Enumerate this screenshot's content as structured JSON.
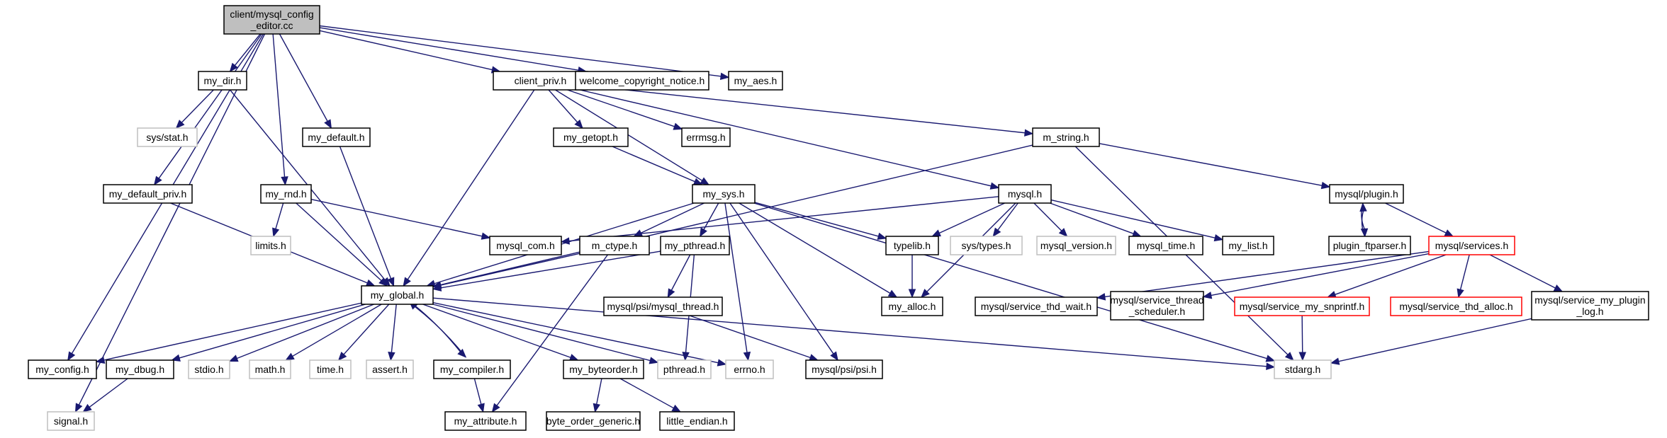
{
  "diagram": {
    "type": "include-dependency-graph",
    "root": "client/mysql_config_editor.cc",
    "nodes": [
      {
        "id": "root",
        "lines": [
          "client/mysql_config",
          "_editor.cc"
        ],
        "style": "root"
      },
      {
        "id": "my_dir",
        "lines": [
          "my_dir.h"
        ],
        "style": "normal"
      },
      {
        "id": "client_priv",
        "lines": [
          "client_priv.h"
        ],
        "style": "normal"
      },
      {
        "id": "welcome",
        "lines": [
          "welcome_copyright_notice.h"
        ],
        "style": "normal"
      },
      {
        "id": "my_aes",
        "lines": [
          "my_aes.h"
        ],
        "style": "normal"
      },
      {
        "id": "sys_stat",
        "lines": [
          "sys/stat.h"
        ],
        "style": "external"
      },
      {
        "id": "my_getopt",
        "lines": [
          "my_getopt.h"
        ],
        "style": "normal"
      },
      {
        "id": "errmsg",
        "lines": [
          "errmsg.h"
        ],
        "style": "normal"
      },
      {
        "id": "m_string",
        "lines": [
          "m_string.h"
        ],
        "style": "normal"
      },
      {
        "id": "my_default",
        "lines": [
          "my_default.h"
        ],
        "style": "normal"
      },
      {
        "id": "my_default_priv",
        "lines": [
          "my_default_priv.h"
        ],
        "style": "normal"
      },
      {
        "id": "my_rnd",
        "lines": [
          "my_rnd.h"
        ],
        "style": "normal"
      },
      {
        "id": "my_sys",
        "lines": [
          "my_sys.h"
        ],
        "style": "normal"
      },
      {
        "id": "mysql_h",
        "lines": [
          "mysql.h"
        ],
        "style": "normal"
      },
      {
        "id": "mysql_plugin",
        "lines": [
          "mysql/plugin.h"
        ],
        "style": "normal"
      },
      {
        "id": "limits",
        "lines": [
          "limits.h"
        ],
        "style": "external"
      },
      {
        "id": "mysql_com",
        "lines": [
          "mysql_com.h"
        ],
        "style": "normal"
      },
      {
        "id": "m_ctype",
        "lines": [
          "m_ctype.h"
        ],
        "style": "normal"
      },
      {
        "id": "my_pthread",
        "lines": [
          "my_pthread.h"
        ],
        "style": "normal"
      },
      {
        "id": "typelib",
        "lines": [
          "typelib.h"
        ],
        "style": "normal"
      },
      {
        "id": "sys_types",
        "lines": [
          "sys/types.h"
        ],
        "style": "external"
      },
      {
        "id": "mysql_version",
        "lines": [
          "mysql_version.h"
        ],
        "style": "external"
      },
      {
        "id": "mysql_time",
        "lines": [
          "mysql_time.h"
        ],
        "style": "normal"
      },
      {
        "id": "my_list",
        "lines": [
          "my_list.h"
        ],
        "style": "normal"
      },
      {
        "id": "plugin_ftparser",
        "lines": [
          "plugin_ftparser.h"
        ],
        "style": "normal"
      },
      {
        "id": "mysql_services",
        "lines": [
          "mysql/services.h"
        ],
        "style": "truncated"
      },
      {
        "id": "my_global",
        "lines": [
          "my_global.h"
        ],
        "style": "normal"
      },
      {
        "id": "psi_mysql_thread",
        "lines": [
          "mysql/psi/mysql_thread.h"
        ],
        "style": "normal"
      },
      {
        "id": "my_alloc",
        "lines": [
          "my_alloc.h"
        ],
        "style": "normal"
      },
      {
        "id": "svc_thd_wait",
        "lines": [
          "mysql/service_thd_wait.h"
        ],
        "style": "normal"
      },
      {
        "id": "svc_thread_sched",
        "lines": [
          "mysql/service_thread",
          "_scheduler.h"
        ],
        "style": "normal"
      },
      {
        "id": "svc_snprintf",
        "lines": [
          "mysql/service_my_snprintf.h"
        ],
        "style": "truncated"
      },
      {
        "id": "svc_thd_alloc",
        "lines": [
          "mysql/service_thd_alloc.h"
        ],
        "style": "truncated"
      },
      {
        "id": "svc_plugin_log",
        "lines": [
          "mysql/service_my_plugin",
          "_log.h"
        ],
        "style": "normal"
      },
      {
        "id": "my_config",
        "lines": [
          "my_config.h"
        ],
        "style": "normal"
      },
      {
        "id": "my_dbug",
        "lines": [
          "my_dbug.h"
        ],
        "style": "normal"
      },
      {
        "id": "stdio",
        "lines": [
          "stdio.h"
        ],
        "style": "external"
      },
      {
        "id": "math",
        "lines": [
          "math.h"
        ],
        "style": "external"
      },
      {
        "id": "time_h",
        "lines": [
          "time.h"
        ],
        "style": "external"
      },
      {
        "id": "assert",
        "lines": [
          "assert.h"
        ],
        "style": "external"
      },
      {
        "id": "my_compiler",
        "lines": [
          "my_compiler.h"
        ],
        "style": "normal"
      },
      {
        "id": "my_byteorder",
        "lines": [
          "my_byteorder.h"
        ],
        "style": "normal"
      },
      {
        "id": "pthread",
        "lines": [
          "pthread.h"
        ],
        "style": "external"
      },
      {
        "id": "errno",
        "lines": [
          "errno.h"
        ],
        "style": "external"
      },
      {
        "id": "psi_psi",
        "lines": [
          "mysql/psi/psi.h"
        ],
        "style": "normal"
      },
      {
        "id": "stdarg",
        "lines": [
          "stdarg.h"
        ],
        "style": "external"
      },
      {
        "id": "signal",
        "lines": [
          "signal.h"
        ],
        "style": "external"
      },
      {
        "id": "my_attribute",
        "lines": [
          "my_attribute.h"
        ],
        "style": "normal"
      },
      {
        "id": "byte_order_generic",
        "lines": [
          "byte_order_generic.h"
        ],
        "style": "normal"
      },
      {
        "id": "little_endian",
        "lines": [
          "little_endian.h"
        ],
        "style": "normal"
      }
    ],
    "edges": [
      [
        "root",
        "my_dir"
      ],
      [
        "root",
        "client_priv"
      ],
      [
        "root",
        "welcome"
      ],
      [
        "root",
        "my_aes"
      ],
      [
        "root",
        "my_default"
      ],
      [
        "root",
        "my_default_priv"
      ],
      [
        "root",
        "my_rnd"
      ],
      [
        "root",
        "my_config"
      ],
      [
        "root",
        "signal"
      ],
      [
        "my_dir",
        "sys_stat"
      ],
      [
        "my_dir",
        "my_global"
      ],
      [
        "client_priv",
        "my_getopt"
      ],
      [
        "client_priv",
        "errmsg"
      ],
      [
        "client_priv",
        "m_string"
      ],
      [
        "client_priv",
        "mysql_h"
      ],
      [
        "client_priv",
        "my_sys"
      ],
      [
        "client_priv",
        "my_global"
      ],
      [
        "my_getopt",
        "my_sys"
      ],
      [
        "m_string",
        "my_global"
      ],
      [
        "m_string",
        "mysql_plugin"
      ],
      [
        "m_string",
        "stdarg"
      ],
      [
        "my_default",
        "my_global"
      ],
      [
        "my_default_priv",
        "my_global"
      ],
      [
        "my_rnd",
        "limits"
      ],
      [
        "my_rnd",
        "mysql_com"
      ],
      [
        "my_rnd",
        "my_global"
      ],
      [
        "my_sys",
        "my_global"
      ],
      [
        "my_sys",
        "m_ctype"
      ],
      [
        "my_sys",
        "my_pthread"
      ],
      [
        "my_sys",
        "typelib"
      ],
      [
        "my_sys",
        "my_alloc"
      ],
      [
        "my_sys",
        "errno"
      ],
      [
        "my_sys",
        "psi_psi"
      ],
      [
        "my_sys",
        "stdarg"
      ],
      [
        "mysql_h",
        "mysql_com"
      ],
      [
        "mysql_h",
        "typelib"
      ],
      [
        "mysql_h",
        "sys_types"
      ],
      [
        "mysql_h",
        "mysql_version"
      ],
      [
        "mysql_h",
        "mysql_time"
      ],
      [
        "mysql_h",
        "my_list"
      ],
      [
        "mysql_h",
        "my_alloc"
      ],
      [
        "mysql_plugin",
        "plugin_ftparser"
      ],
      [
        "mysql_plugin",
        "mysql_services"
      ],
      [
        "plugin_ftparser",
        "mysql_plugin"
      ],
      [
        "mysql_services",
        "svc_thd_wait"
      ],
      [
        "mysql_services",
        "svc_thread_sched"
      ],
      [
        "mysql_services",
        "svc_snprintf"
      ],
      [
        "mysql_services",
        "svc_thd_alloc"
      ],
      [
        "mysql_services",
        "svc_plugin_log"
      ],
      [
        "svc_snprintf",
        "stdarg"
      ],
      [
        "svc_plugin_log",
        "stdarg"
      ],
      [
        "m_ctype",
        "my_global"
      ],
      [
        "m_ctype",
        "my_attribute"
      ],
      [
        "my_pthread",
        "my_global"
      ],
      [
        "my_pthread",
        "psi_mysql_thread"
      ],
      [
        "my_pthread",
        "pthread"
      ],
      [
        "psi_mysql_thread",
        "psi_psi"
      ],
      [
        "typelib",
        "my_alloc"
      ],
      [
        "my_global",
        "my_config"
      ],
      [
        "my_global",
        "my_dbug"
      ],
      [
        "my_global",
        "stdio"
      ],
      [
        "my_global",
        "math"
      ],
      [
        "my_global",
        "time_h"
      ],
      [
        "my_global",
        "assert"
      ],
      [
        "my_global",
        "my_compiler"
      ],
      [
        "my_global",
        "my_byteorder"
      ],
      [
        "my_global",
        "pthread"
      ],
      [
        "my_global",
        "errno"
      ],
      [
        "my_global",
        "stdarg"
      ],
      [
        "my_compiler",
        "my_global"
      ],
      [
        "my_compiler",
        "my_attribute"
      ],
      [
        "my_dbug",
        "signal"
      ],
      [
        "my_byteorder",
        "byte_order_generic"
      ],
      [
        "my_byteorder",
        "little_endian"
      ]
    ]
  },
  "colors": {
    "edge": "#191970",
    "root_fill": "#bfbfbf",
    "root_border": "#000000",
    "normal_border": "#000000",
    "external_border": "#bfbfbf",
    "truncated_border": "#ff0000"
  }
}
